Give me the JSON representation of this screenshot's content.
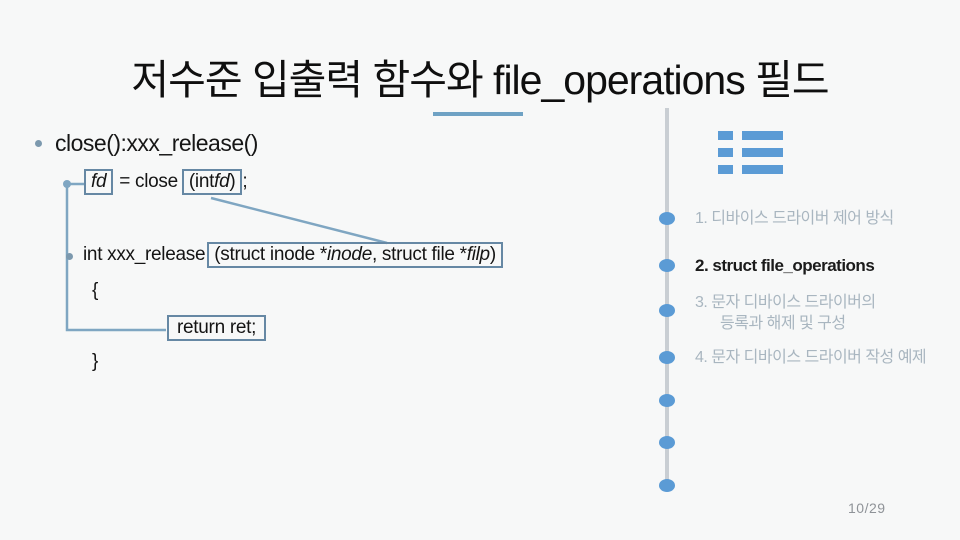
{
  "title": "저수준 입출력 함수와 file_operations 필드",
  "page_number": "10/29",
  "content": {
    "heading": "close():xxx_release()",
    "line1": {
      "var": "fd",
      "assign": "= close",
      "args_open": "(int ",
      "args_var": "fd",
      "args_close": ")",
      "semicolon": ";"
    },
    "line2": {
      "prefix": "int xxx_release",
      "args_open": "(struct inode *",
      "args_var1": "inode",
      "args_mid": ", struct file *",
      "args_var2": "filp",
      "args_close": ")"
    },
    "open_brace": "{",
    "return_line": "return ret;",
    "close_brace": "}"
  },
  "agenda": {
    "icon": "list-icon",
    "items": [
      {
        "label": "1. 디바이스 드라이버 제어 방식",
        "active": false
      },
      {
        "label": "2. struct file_operations",
        "active": true
      },
      {
        "label": "3. 문자 디바이스 드라이버의",
        "label_line2": "등록과 해제 및 구성",
        "active": false
      },
      {
        "label": "4. 문자 디바이스 드라이버 작성 예제",
        "active": false
      }
    ]
  },
  "colors": {
    "accent_blue": "#5b9bd5",
    "box_border": "#6688a4",
    "connector_line": "#7fa6c2",
    "underline": "#6fa2c4",
    "timeline_gray": "#c9ced3",
    "inactive_text": "#a9b6c0",
    "active_text": "#1b1b1b",
    "page_text": "#8f9398",
    "background": "#f7f8f8"
  }
}
